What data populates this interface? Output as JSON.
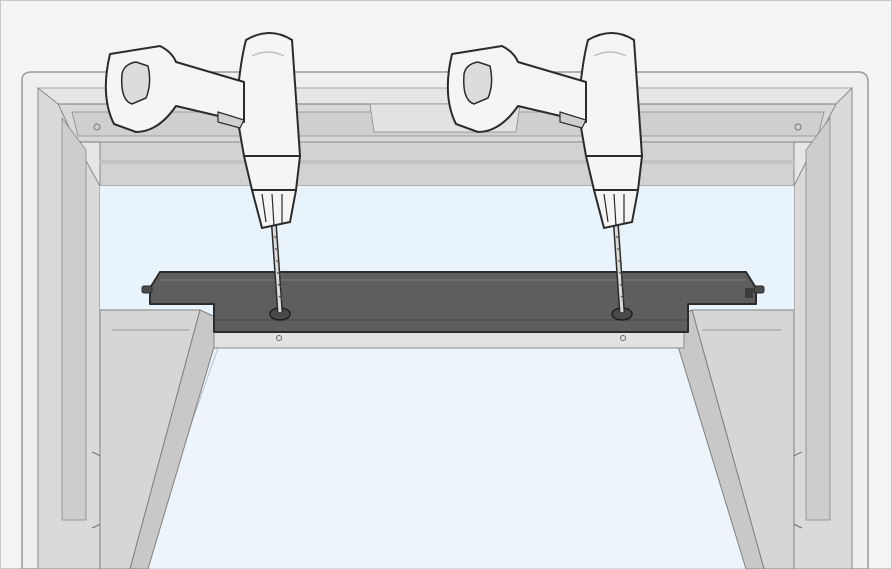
{
  "illustration": {
    "subject": "roof-window-installation-step",
    "colors": {
      "background": "#f4f4f4",
      "frame_outer": "#ececec",
      "frame_inner": "#d9d9d9",
      "glass": "#e8f3fb",
      "flashing_bar": "#5e5e5e",
      "drill_body": "#f5f5f5",
      "outline": "#2b2b2b"
    },
    "drills": [
      {
        "name": "left-drill"
      },
      {
        "name": "right-drill"
      }
    ]
  }
}
